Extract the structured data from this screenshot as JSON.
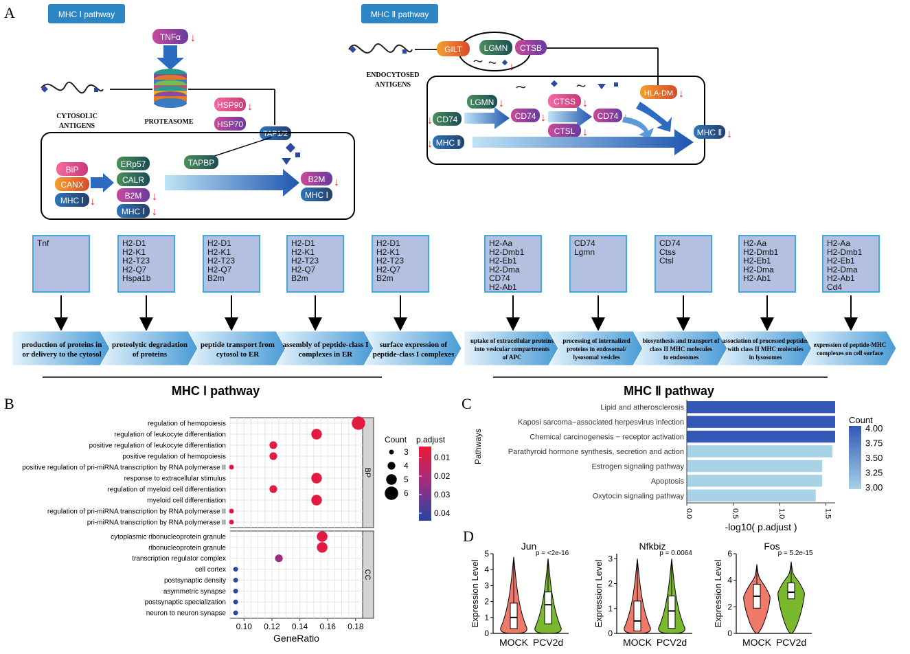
{
  "panels": {
    "A": "A",
    "B": "B",
    "C": "C",
    "D": "D"
  },
  "panel_a": {
    "mhc1_badge": "MHC Ⅰ pathway",
    "mhc2_badge": "MHC Ⅱ pathway",
    "tnfa": "TNFα",
    "proteasome": "PROTEASOME",
    "cytosolic_1": "CYTOSOLIC",
    "cytosolic_2": "ANTIGENS",
    "hsp90": "HSP90",
    "hsp70": "HSP70",
    "tap": "TAP1/2",
    "bip": "BiP",
    "canx": "CANX",
    "mhc1": "MHC Ⅰ",
    "erp57": "ERp57",
    "calr": "CALR",
    "b2m": "B2M",
    "tapbp": "TAPBP",
    "gilt": "GILT",
    "lgmn": "LGMN",
    "ctsb": "CTSB",
    "endo_1": "ENDOCYTOSED",
    "endo_2": "ANTIGENS",
    "hladm": "HLA-DM",
    "cd74": "CD74",
    "ctss": "CTSS",
    "ctsl": "CTSL",
    "mhc2": "MHC Ⅱ",
    "down_arrow": "↓",
    "gene_boxes": [
      [
        "Tnf"
      ],
      [
        "H2-D1",
        "H2-K1",
        "H2-T23",
        "H2-Q7",
        "Hspa1b"
      ],
      [
        "H2-D1",
        "H2-K1",
        "H2-T23",
        "H2-Q7",
        "B2m"
      ],
      [
        "H2-D1",
        "H2-K1",
        "H2-T23",
        "H2-Q7",
        "B2m"
      ],
      [
        "H2-D1",
        "H2-K1",
        "H2-T23",
        "H2-Q7",
        "B2m"
      ],
      [
        "H2-Aa",
        "H2-Dmb1",
        "H2-Eb1",
        "H2-Dma",
        "CD74",
        "H2-Ab1"
      ],
      [
        "CD74",
        "Lgmn"
      ],
      [
        "CD74",
        "Ctss",
        "Ctsl"
      ],
      [
        "H2-Aa",
        "H2-Dmb1",
        "H2-Eb1",
        "H2-Dma",
        "H2-Ab1"
      ],
      [
        "H2-Aa",
        "H2-Dmb1",
        "H2-Eb1",
        "H2-Dma",
        "H2-Ab1",
        "Cd4"
      ]
    ],
    "steps1": [
      [
        "production of proteins in",
        "or delivery to the cytosol"
      ],
      [
        "proteolytic degradation",
        "of proteins"
      ],
      [
        "peptide transport from",
        "cytosol to ER"
      ],
      [
        "assembly of peptide-class I",
        "complexes in ER"
      ],
      [
        "surface expression of",
        "peptide-class I complexes"
      ]
    ],
    "steps2": [
      [
        "uptake of extracellular proteins",
        "into vesicular compartments",
        "of APC"
      ],
      [
        "processing of internalized",
        "proteins in endosomal/",
        "lysosomal vesicles"
      ],
      [
        "biosynthesis and transport of",
        "class II MHC molecules",
        "to endosomes"
      ],
      [
        "association of processed peptides",
        "with class II MHC molecules",
        "in lysosomes"
      ],
      [
        "expression of peptide-MHC",
        "complexes on cell surface"
      ]
    ],
    "title1": "MHC Ⅰ pathway",
    "title2": "MHC Ⅱ pathway"
  },
  "panel_b": {
    "xlabel": "GeneRatio",
    "facets": [
      "BP",
      "CC"
    ],
    "legend_count_title": "Count",
    "legend_p_title": "p.adjust",
    "legend_counts": [
      3,
      4,
      5,
      6
    ],
    "legend_p_ticks": [
      "0.01",
      "0.02",
      "0.03",
      "0.04"
    ],
    "colors": {
      "low_p": "#e8183a",
      "mid_p": "#a02c7e",
      "high_p": "#2c4a9e"
    }
  },
  "panel_c": {
    "ylabel": "Pathways",
    "xlabel": "-log10( p.adjust )",
    "legend_title": "Count",
    "legend_ticks": [
      "4.00",
      "3.75",
      "3.50",
      "3.25",
      "3.00"
    ]
  },
  "panel_d": {
    "ylabel": "Expression Level",
    "genes": [
      {
        "name": "Jun",
        "p": "p = <2e-16"
      },
      {
        "name": "Nfkbiz",
        "p": "p = 0.0064"
      },
      {
        "name": "Fos",
        "p": "p = 5.2e-15"
      }
    ],
    "groups": [
      "MOCK",
      "PCV2d"
    ],
    "colors": {
      "mock": "#ef7a6c",
      "pcv2d": "#7ab82e"
    }
  },
  "chart_data": [
    {
      "type": "scatter",
      "panel": "B",
      "xlabel": "GeneRatio",
      "xlim": [
        0.09,
        0.185
      ],
      "xticks": [
        0.1,
        0.12,
        0.14,
        0.16,
        0.18
      ],
      "terms": [
        {
          "facet": "BP",
          "term": "regulation of hemopoiesis",
          "gene_ratio": 0.182,
          "count": 6,
          "p_adjust": 0.008
        },
        {
          "facet": "BP",
          "term": "regulation of leukocyte differentiation",
          "gene_ratio": 0.152,
          "count": 5,
          "p_adjust": 0.008
        },
        {
          "facet": "BP",
          "term": "positive regulation of leukocyte differentiation",
          "gene_ratio": 0.121,
          "count": 4,
          "p_adjust": 0.008
        },
        {
          "facet": "BP",
          "term": "positive regulation of hemopoiesis",
          "gene_ratio": 0.121,
          "count": 4,
          "p_adjust": 0.008
        },
        {
          "facet": "BP",
          "term": "positive regulation of pri-miRNA transcription by RNA polymerase II",
          "gene_ratio": 0.091,
          "count": 3,
          "p_adjust": 0.008
        },
        {
          "facet": "BP",
          "term": "response to extracellular stimulus",
          "gene_ratio": 0.152,
          "count": 5,
          "p_adjust": 0.008
        },
        {
          "facet": "BP",
          "term": "regulation of myeloid cell differentiation",
          "gene_ratio": 0.121,
          "count": 4,
          "p_adjust": 0.008
        },
        {
          "facet": "BP",
          "term": "myeloid cell differentiation",
          "gene_ratio": 0.152,
          "count": 5,
          "p_adjust": 0.008
        },
        {
          "facet": "BP",
          "term": "regulation of pri-miRNA transcription by RNA polymerase II",
          "gene_ratio": 0.091,
          "count": 3,
          "p_adjust": 0.008
        },
        {
          "facet": "BP",
          "term": "pri-miRNA transcription by RNA polymerase II",
          "gene_ratio": 0.091,
          "count": 3,
          "p_adjust": 0.008
        },
        {
          "facet": "CC",
          "term": "cytoplasmic ribonucleoprotein granule",
          "gene_ratio": 0.156,
          "count": 5,
          "p_adjust": 0.008
        },
        {
          "facet": "CC",
          "term": "ribonucleoprotein granule",
          "gene_ratio": 0.156,
          "count": 5,
          "p_adjust": 0.008
        },
        {
          "facet": "CC",
          "term": "transcription regulator complex",
          "gene_ratio": 0.125,
          "count": 4,
          "p_adjust": 0.025
        },
        {
          "facet": "CC",
          "term": "cell cortex",
          "gene_ratio": 0.094,
          "count": 3,
          "p_adjust": 0.045
        },
        {
          "facet": "CC",
          "term": "postsynaptic density",
          "gene_ratio": 0.094,
          "count": 3,
          "p_adjust": 0.045
        },
        {
          "facet": "CC",
          "term": "asymmetric synapse",
          "gene_ratio": 0.094,
          "count": 3,
          "p_adjust": 0.045
        },
        {
          "facet": "CC",
          "term": "postsynaptic specialization",
          "gene_ratio": 0.094,
          "count": 3,
          "p_adjust": 0.045
        },
        {
          "facet": "CC",
          "term": "neuron to neuron synapse",
          "gene_ratio": 0.094,
          "count": 3,
          "p_adjust": 0.045
        }
      ]
    },
    {
      "type": "bar",
      "panel": "C",
      "orientation": "horizontal",
      "xlabel": "-log10( p.adjust )",
      "ylabel": "Pathways",
      "xlim": [
        0,
        1.6
      ],
      "xticks": [
        "0.0",
        "0.5",
        "1.0",
        "1.5"
      ],
      "categories": [
        "Lipid and atherosclerosis",
        "Kaposi sarcoma−associated herpesvirus infection",
        "Chemical carcinogenesis − receptor activation",
        "Parathyroid hormone synthesis, secretion and action",
        "Estrogen signaling pathway",
        "Apoptosis",
        "Oxytocin signaling pathway"
      ],
      "values": [
        1.6,
        1.6,
        1.6,
        1.57,
        1.46,
        1.46,
        1.39
      ],
      "counts": [
        4,
        4,
        4,
        3,
        3,
        3,
        3
      ]
    },
    {
      "type": "violin",
      "panel": "D",
      "ylabel": "Expression Level",
      "plots": [
        {
          "gene": "Jun",
          "ylim": [
            0,
            5
          ],
          "yticks": [
            0,
            1,
            2,
            3,
            4,
            5
          ],
          "max": {
            "MOCK": 4.8,
            "PCV2d": 4.7
          },
          "median": {
            "MOCK": 1.0,
            "PCV2d": 1.8
          },
          "q1": {
            "MOCK": 0.3,
            "PCV2d": 0.6
          },
          "q3": {
            "MOCK": 1.9,
            "PCV2d": 2.6
          }
        },
        {
          "gene": "Nfkbiz",
          "ylim": [
            0,
            3.2
          ],
          "yticks": [
            0,
            1,
            2,
            3
          ],
          "max": {
            "MOCK": 3.0,
            "PCV2d": 3.0
          },
          "median": {
            "MOCK": 0.5,
            "PCV2d": 0.9
          },
          "q1": {
            "MOCK": 0.1,
            "PCV2d": 0.2
          },
          "q3": {
            "MOCK": 1.3,
            "PCV2d": 1.5
          }
        },
        {
          "gene": "Fos",
          "ylim": [
            0,
            6
          ],
          "yticks": [
            0,
            2,
            4,
            6
          ],
          "max": {
            "MOCK": 5.2,
            "PCV2d": 5.4
          },
          "median": {
            "MOCK": 2.8,
            "PCV2d": 3.1
          },
          "q1": {
            "MOCK": 1.9,
            "PCV2d": 2.6
          },
          "q3": {
            "MOCK": 3.7,
            "PCV2d": 3.8
          }
        }
      ]
    }
  ]
}
